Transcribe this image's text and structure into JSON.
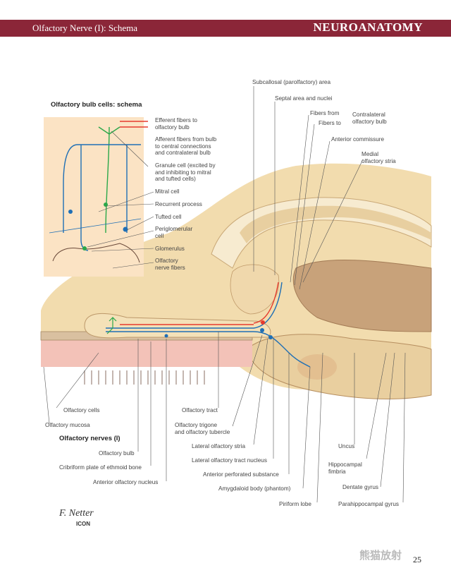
{
  "header": {
    "left_title": "Olfactory Nerve (I): Schema",
    "right_title": "NEUROANATOMY"
  },
  "schema": {
    "title": "Olfactory bulb cells: schema",
    "labels": [
      {
        "id": "efferent",
        "lines": [
          "Efferent fibers to",
          "olfactory bulb"
        ]
      },
      {
        "id": "afferent",
        "lines": [
          "Afferent fibers from bulb",
          "to central connections",
          "and contralateral bulb"
        ]
      },
      {
        "id": "granule",
        "lines": [
          "Granule cell (excited by",
          "and inhibiting to mitral",
          "and tufted cells)"
        ]
      },
      {
        "id": "mitral",
        "lines": [
          "Mitral cell"
        ]
      },
      {
        "id": "recurrent",
        "lines": [
          "Recurrent process"
        ]
      },
      {
        "id": "tufted",
        "lines": [
          "Tufted cell"
        ]
      },
      {
        "id": "periglomerular",
        "lines": [
          "Periglomerular",
          "cell"
        ]
      },
      {
        "id": "glomerulus",
        "lines": [
          "Glomerulus"
        ]
      },
      {
        "id": "olfnervefibers",
        "lines": [
          "Olfactory",
          "nerve fibers"
        ]
      }
    ]
  },
  "main_labels": {
    "subcallosal": "Subcallosal (parolfactory) area",
    "septal": "Septal area and nuclei",
    "fibers_from": "Fibers from",
    "fibers_to": "Fibers to",
    "contralateral": [
      "Contralateral",
      "olfactory bulb"
    ],
    "anterior_commissure": "Anterior commissure",
    "medial_stria": [
      "Medial",
      "olfactory stria"
    ],
    "olfactory_cells": "Olfactory cells",
    "olfactory_mucosa": "Olfactory mucosa",
    "olfactory_nerves": "Olfactory nerves (I)",
    "olfactory_bulb": "Olfactory bulb",
    "cribriform": "Cribriform plate of ethmoid bone",
    "anterior_olf_nucleus": "Anterior olfactory nucleus",
    "olfactory_tract": "Olfactory tract",
    "trigone": [
      "Olfactory trigone",
      "and olfactory tubercle"
    ],
    "lateral_stria": "Lateral olfactory stria",
    "lateral_nucleus": "Lateral olfactory tract nucleus",
    "perforated": "Anterior perforated substance",
    "amygdaloid": "Amygdaloid body (phantom)",
    "piriform": "Piriform lobe",
    "uncus": "Uncus",
    "hippocampal": [
      "Hippocampal",
      "fimbria"
    ],
    "dentate": "Dentate gyrus",
    "parahippocampal": "Parahippocampal gyrus"
  },
  "footer": {
    "page_number": "25",
    "watermark": "熊猫放射",
    "signature": "F. Netter",
    "logo": "ICON"
  },
  "colors": {
    "header": "#8b2638",
    "efferent": "#e63b2e",
    "afferent": "#1f6fb5",
    "granule": "#2aa84a",
    "schema_bg": "#fbe3c4"
  }
}
